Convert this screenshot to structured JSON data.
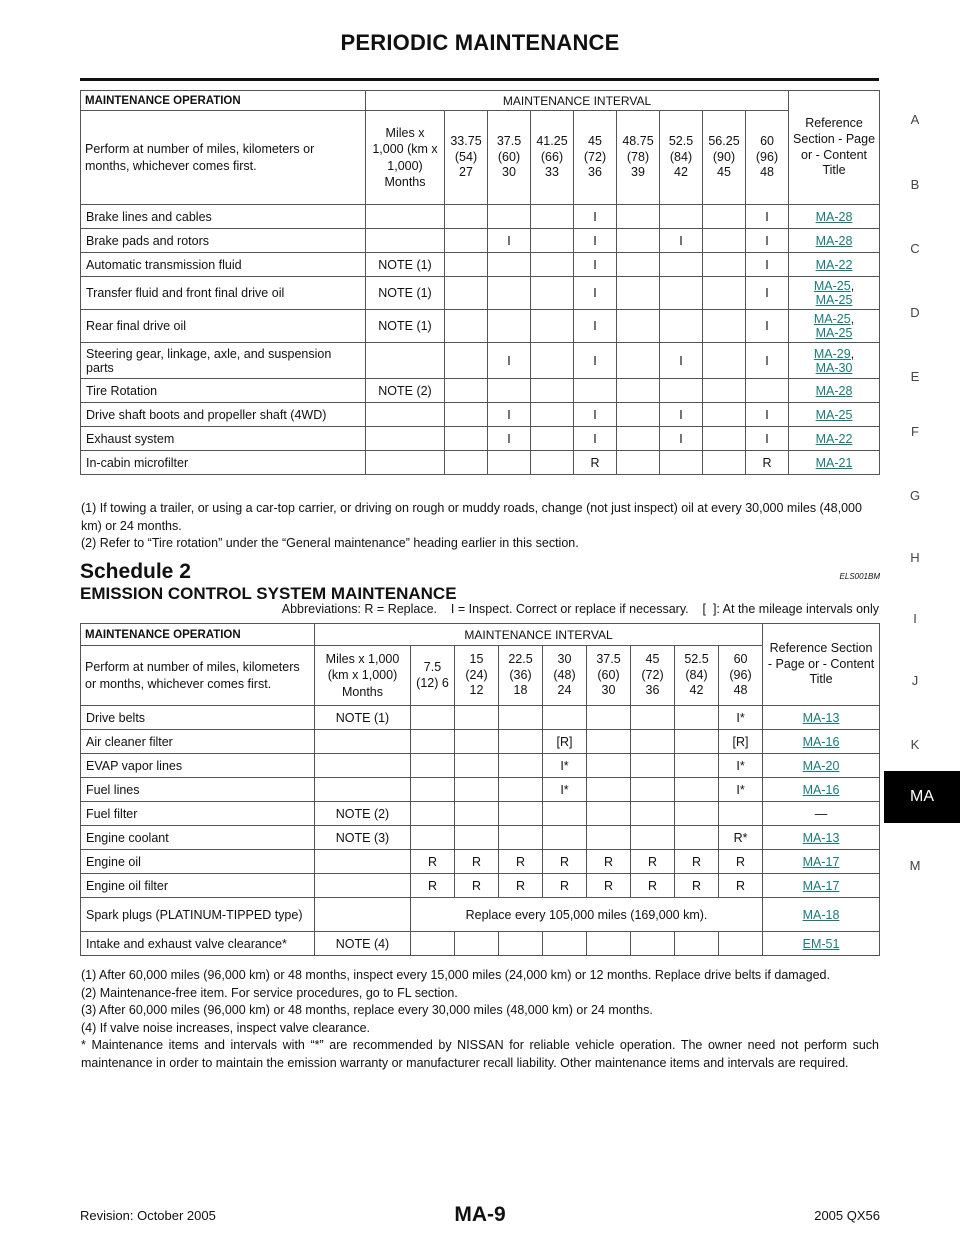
{
  "header": {
    "title": "PERIODIC MAINTENANCE"
  },
  "table1": {
    "op_header": "MAINTENANCE OPERATION",
    "interval_header": "MAINTENANCE INTERVAL",
    "ref_header": "Reference Section - Page or - Content Title",
    "desc": "Perform at number of miles, kilometers or months, whichever comes first.",
    "unit": "Miles x 1,000 (km x 1,000) Months",
    "cols": [
      "33.75 (54) 27",
      "37.5 (60) 30",
      "41.25 (66) 33",
      "45 (72) 36",
      "48.75 (78) 39",
      "52.5 (84) 42",
      "56.25 (90) 45",
      "60 (96) 48"
    ],
    "rows": [
      {
        "op": "Brake lines and cables",
        "note": "",
        "marks": [
          "",
          "",
          "",
          "I",
          "",
          "",
          "",
          "I"
        ],
        "refs": [
          "MA-28"
        ]
      },
      {
        "op": "Brake pads and rotors",
        "note": "",
        "marks": [
          "",
          "I",
          "",
          "I",
          "",
          "I",
          "",
          "I"
        ],
        "refs": [
          "MA-28"
        ]
      },
      {
        "op": "Automatic transmission fluid",
        "note": "NOTE (1)",
        "marks": [
          "",
          "",
          "",
          "I",
          "",
          "",
          "",
          "I"
        ],
        "refs": [
          "MA-22"
        ]
      },
      {
        "op": "Transfer fluid and front final drive oil",
        "note": "NOTE (1)",
        "marks": [
          "",
          "",
          "",
          "I",
          "",
          "",
          "",
          "I"
        ],
        "refs": [
          "MA-25",
          "MA-25"
        ]
      },
      {
        "op": "Rear final drive oil",
        "note": "NOTE (1)",
        "marks": [
          "",
          "",
          "",
          "I",
          "",
          "",
          "",
          "I"
        ],
        "refs": [
          "MA-25",
          "MA-25"
        ]
      },
      {
        "op": "Steering gear, linkage, axle, and suspension parts",
        "note": "",
        "marks": [
          "",
          "I",
          "",
          "I",
          "",
          "I",
          "",
          "I"
        ],
        "refs": [
          "MA-29",
          "MA-30"
        ]
      },
      {
        "op": "Tire Rotation",
        "note": "NOTE (2)",
        "marks": [
          "",
          "",
          "",
          "",
          "",
          "",
          "",
          ""
        ],
        "refs": [
          "MA-28"
        ]
      },
      {
        "op": "Drive shaft boots and propeller shaft (4WD)",
        "note": "",
        "marks": [
          "",
          "I",
          "",
          "I",
          "",
          "I",
          "",
          "I"
        ],
        "refs": [
          "MA-25"
        ]
      },
      {
        "op": "Exhaust system",
        "note": "",
        "marks": [
          "",
          "I",
          "",
          "I",
          "",
          "I",
          "",
          "I"
        ],
        "refs": [
          "MA-22"
        ]
      },
      {
        "op": "In-cabin microfilter",
        "note": "",
        "marks": [
          "",
          "",
          "",
          "R",
          "",
          "",
          "",
          "R"
        ],
        "refs": [
          "MA-21"
        ]
      }
    ],
    "notes": [
      "(1) If towing a trailer, or using a car-top carrier, or driving on rough or muddy roads, change (not just inspect) oil at every 30,000 miles (48,000 km) or 24 months.",
      "(2) Refer to “Tire rotation” under the “General maintenance” heading earlier in this section."
    ]
  },
  "schedule": {
    "title": "Schedule 2",
    "code": "ELS001BM",
    "subtitle": "EMISSION CONTROL SYSTEM MAINTENANCE",
    "abbreviations": "Abbreviations: R = Replace.    I = Inspect. Correct or replace if necessary.    [  ]: At the mileage intervals only"
  },
  "table2": {
    "op_header": "MAINTENANCE OPERATION",
    "interval_header": "MAINTENANCE INTERVAL",
    "ref_header": "Reference Section - Page or - Content Title",
    "desc": "Perform at number of miles, kilometers or months, whichever comes first.",
    "unit": "Miles x 1,000 (km x 1,000) Months",
    "cols": [
      "7.5 (12) 6",
      "15 (24) 12",
      "22.5 (36) 18",
      "30 (48) 24",
      "37.5 (60) 30",
      "45 (72) 36",
      "52.5 (84) 42",
      "60 (96) 48"
    ],
    "rows": [
      {
        "op": "Drive belts",
        "note": "NOTE (1)",
        "marks": [
          "",
          "",
          "",
          "",
          "",
          "",
          "",
          "I*"
        ],
        "refs": [
          "MA-13"
        ]
      },
      {
        "op": "Air cleaner filter",
        "note": "",
        "marks": [
          "",
          "",
          "",
          "[R]",
          "",
          "",
          "",
          "[R]"
        ],
        "refs": [
          "MA-16"
        ]
      },
      {
        "op": "EVAP vapor lines",
        "note": "",
        "marks": [
          "",
          "",
          "",
          "I*",
          "",
          "",
          "",
          "I*"
        ],
        "refs": [
          "MA-20"
        ]
      },
      {
        "op": "Fuel lines",
        "note": "",
        "marks": [
          "",
          "",
          "",
          "I*",
          "",
          "",
          "",
          "I*"
        ],
        "refs": [
          "MA-16"
        ]
      },
      {
        "op": "Fuel filter",
        "note": "NOTE (2)",
        "marks": [
          "",
          "",
          "",
          "",
          "",
          "",
          "",
          ""
        ],
        "refs": [
          "—"
        ]
      },
      {
        "op": "Engine coolant",
        "note": "NOTE (3)",
        "marks": [
          "",
          "",
          "",
          "",
          "",
          "",
          "",
          "R*"
        ],
        "refs": [
          "MA-13"
        ]
      },
      {
        "op": "Engine oil",
        "note": "",
        "marks": [
          "R",
          "R",
          "R",
          "R",
          "R",
          "R",
          "R",
          "R"
        ],
        "refs": [
          "MA-17"
        ]
      },
      {
        "op": "Engine oil filter",
        "note": "",
        "marks": [
          "R",
          "R",
          "R",
          "R",
          "R",
          "R",
          "R",
          "R"
        ],
        "refs": [
          "MA-17"
        ]
      },
      {
        "op": "Spark plugs (PLATINUM-TIPPED type)",
        "note": "",
        "span_text": "Replace every 105,000 miles (169,000 km).",
        "marks": [],
        "refs": [
          "MA-18"
        ]
      },
      {
        "op": "Intake and exhaust valve clearance*",
        "note": "NOTE (4)",
        "marks": [
          "",
          "",
          "",
          "",
          "",
          "",
          "",
          ""
        ],
        "refs": [
          "EM-51"
        ]
      }
    ],
    "notes": [
      "(1) After 60,000 miles (96,000 km) or 48 months, inspect every 15,000 miles (24,000 km) or 12 months. Replace drive belts if damaged.",
      "(2) Maintenance-free item. For service procedures, go to FL section.",
      "(3) After 60,000 miles (96,000 km) or 48 months, replace every 30,000 miles (48,000 km) or 24 months.",
      "(4) If valve noise increases, inspect valve clearance.",
      "* Maintenance items and intervals with “*” are recommended by NISSAN for reliable vehicle operation. The owner need not perform such maintenance in order to maintain the emission warranty or manufacturer recall liability. Other maintenance items and intervals are required."
    ]
  },
  "side_index": {
    "letters": [
      "A",
      "B",
      "C",
      "D",
      "E",
      "F",
      "G",
      "H",
      "I",
      "J",
      "K",
      "M"
    ],
    "active": "MA"
  },
  "footer": {
    "revision": "Revision: October 2005",
    "page": "MA-9",
    "model": "2005 QX56"
  }
}
